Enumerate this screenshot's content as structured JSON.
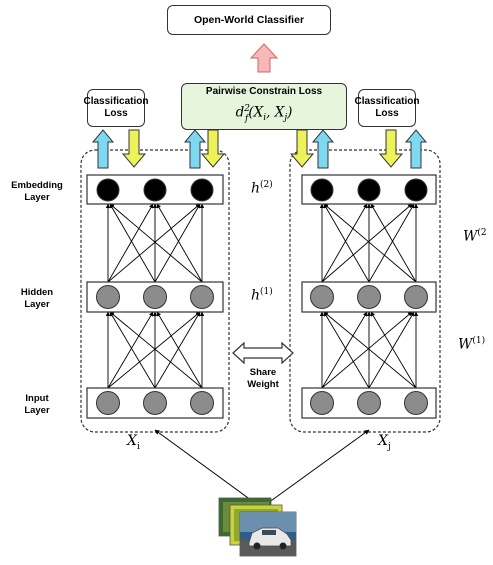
{
  "top_box": {
    "label": "Open-World Classifier"
  },
  "left_loss": {
    "line1": "Classification",
    "line2": "Loss"
  },
  "right_loss": {
    "line1": "Classification",
    "line2": "Loss"
  },
  "pairwise_loss": {
    "title": "Pairwise Constrain Loss",
    "symbol": "d",
    "sup": "2",
    "sub": "f",
    "args": "(X",
    "i": "i",
    "mid": ", X",
    "j": "j",
    "close": ")"
  },
  "layer_labels": {
    "embedding": [
      "Embedding",
      "Layer"
    ],
    "hidden": [
      "Hidden",
      "Layer"
    ],
    "input": [
      "Input",
      "Layer"
    ]
  },
  "h2": {
    "base": "h",
    "sup": "(2)"
  },
  "h1": {
    "base": "h",
    "sup": "(1)"
  },
  "w2": {
    "base": "W",
    "sup": "(2"
  },
  "w1": {
    "base": "W",
    "sup": "(1)"
  },
  "share": {
    "line1": "Share",
    "line2": "Weight"
  },
  "xi": {
    "base": "X",
    "sub": "i"
  },
  "xj": {
    "base": "X",
    "sub": "j"
  },
  "colors": {
    "arrow_up_cyan": "#7fd8f2",
    "arrow_down_yellow": "#eef25a",
    "arrow_pink": "#f7b8b8",
    "node_gray": "#8c8c8c",
    "node_black": "#000000",
    "pair_box_fill": "#e6f5dc"
  }
}
